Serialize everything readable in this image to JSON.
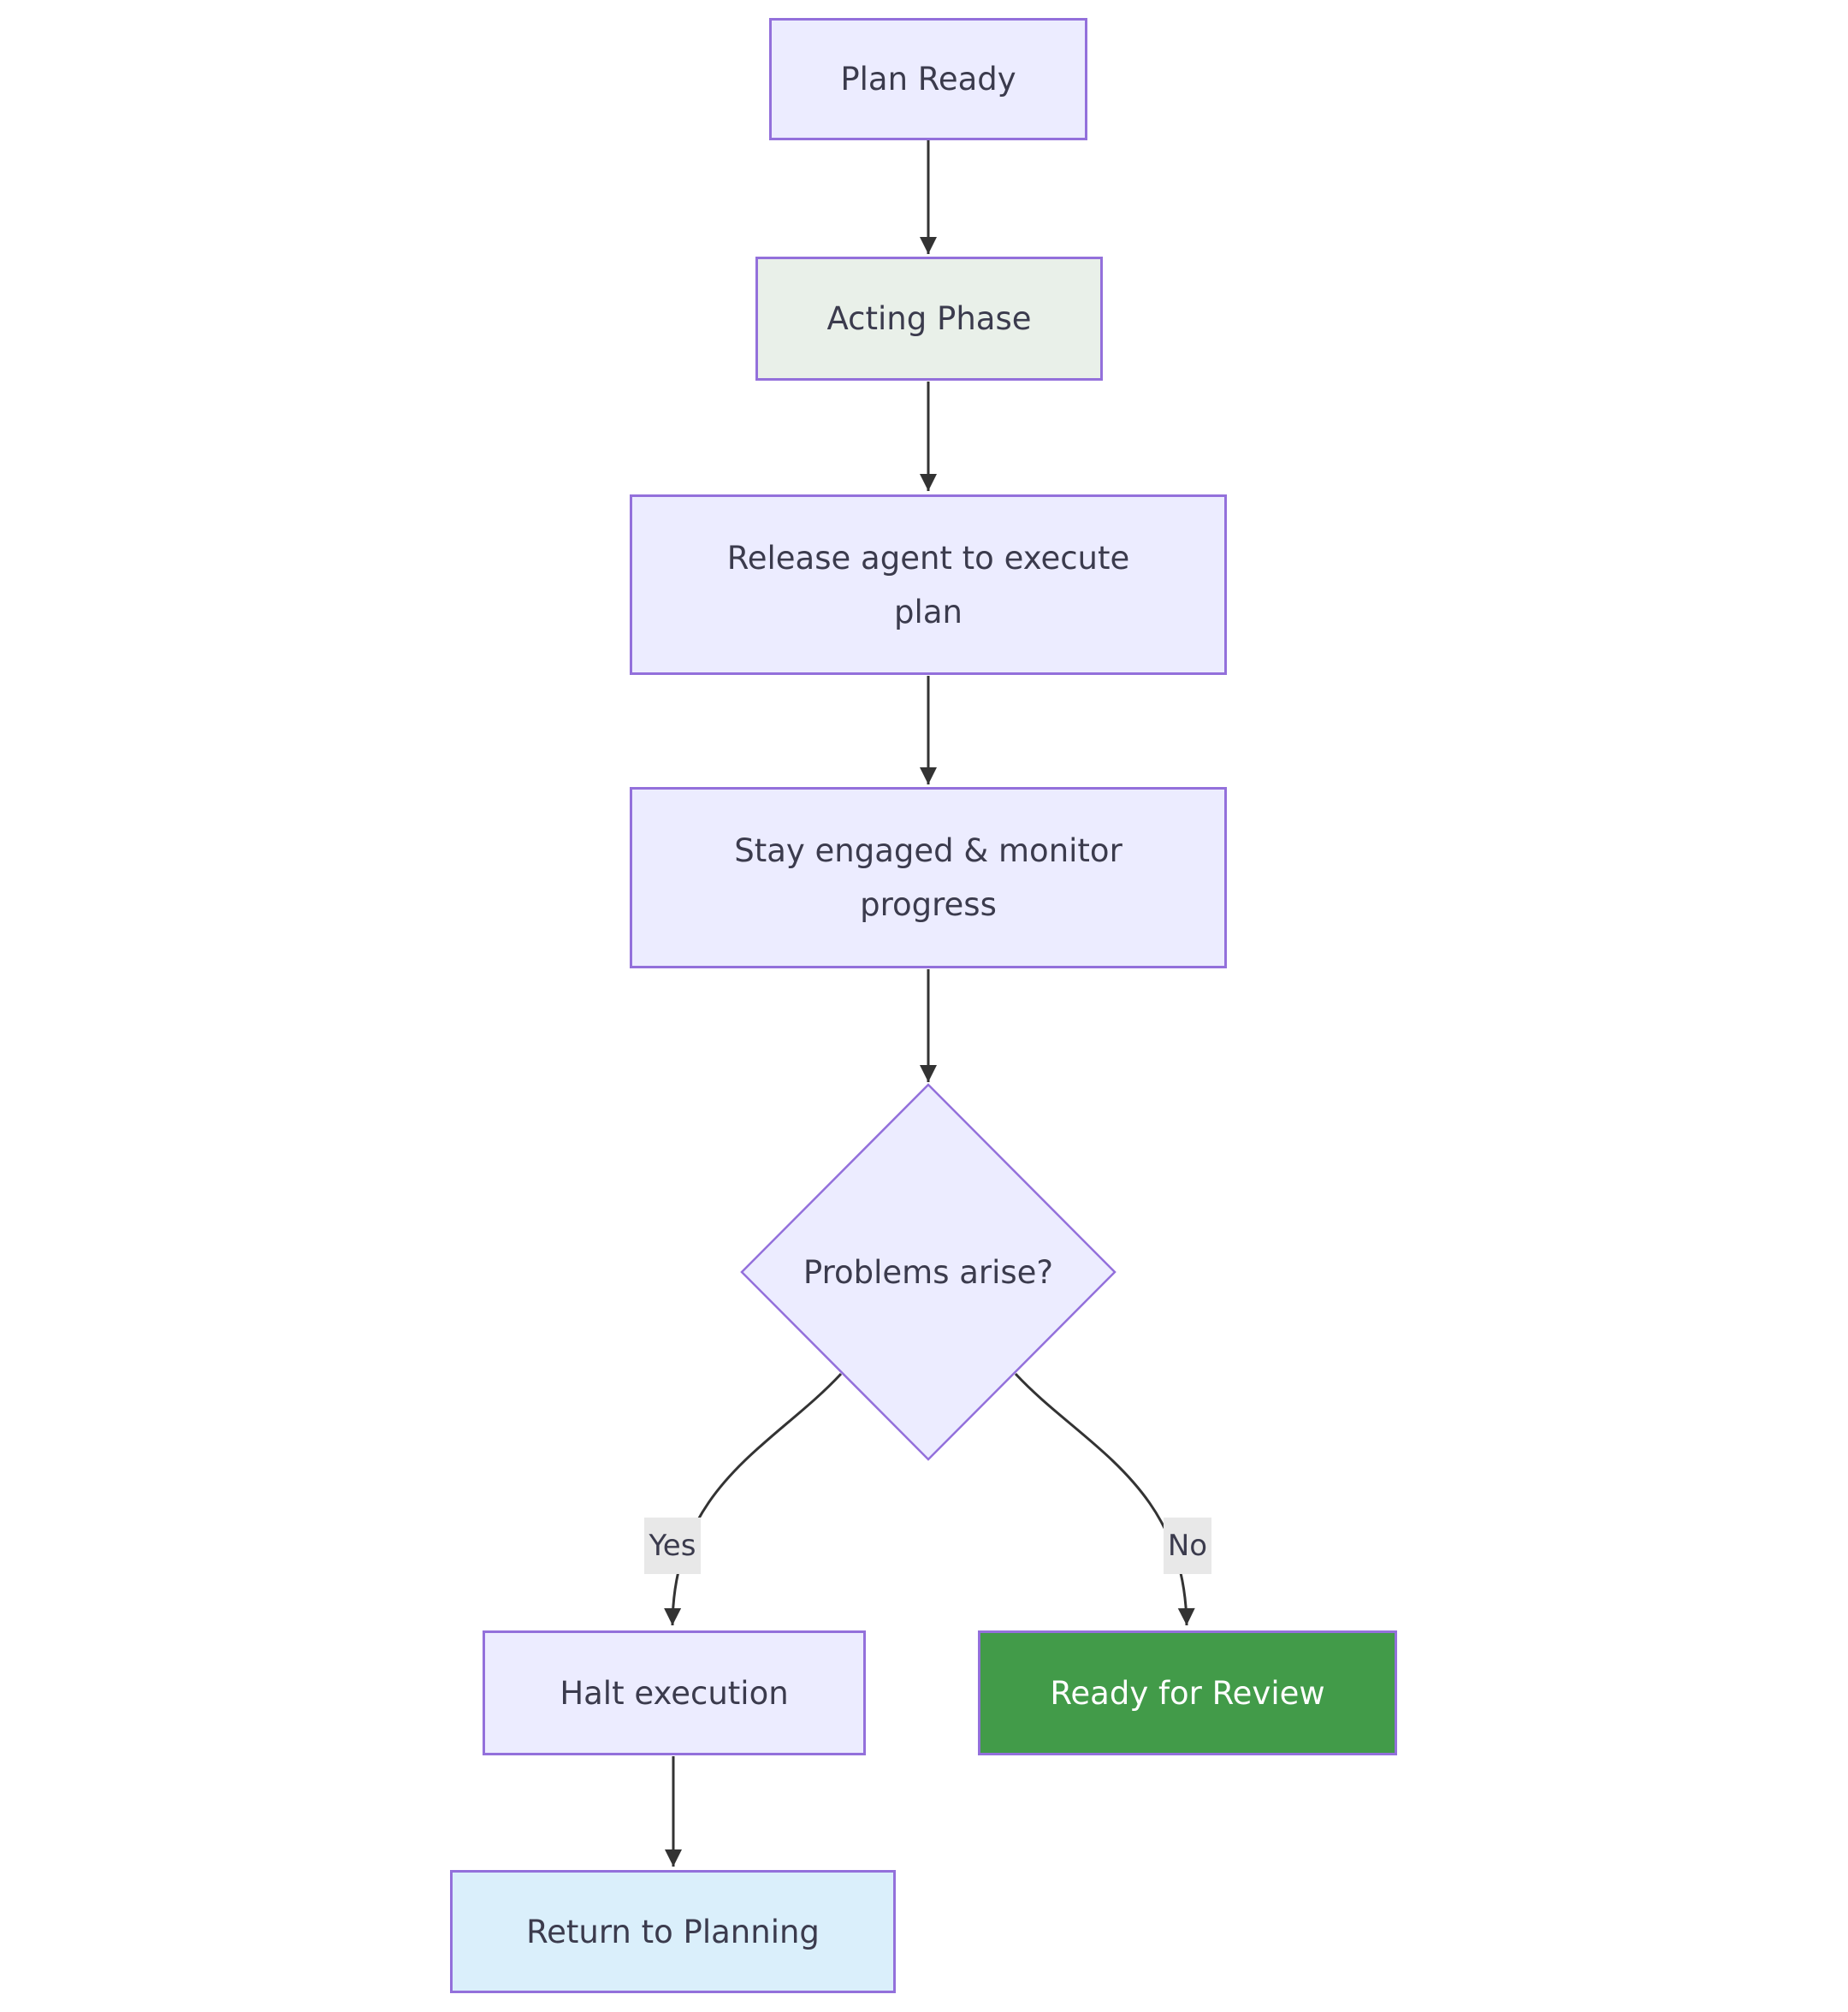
{
  "diagram": {
    "type": "flowchart",
    "nodes": {
      "plan_ready": {
        "label": "Plan Ready"
      },
      "acting_phase": {
        "label": "Acting Phase"
      },
      "release": {
        "line1": "Release agent to execute",
        "line2": "plan"
      },
      "monitor": {
        "line1": "Stay engaged & monitor",
        "line2": "progress"
      },
      "problems": {
        "label": "Problems arise?"
      },
      "halt": {
        "label": "Halt execution"
      },
      "review": {
        "label": "Ready for Review"
      },
      "return_planning": {
        "label": "Return to Planning"
      }
    },
    "edge_labels": {
      "yes": "Yes",
      "no": "No"
    },
    "colors": {
      "node_fill": "#ECECFF",
      "node_border": "#9370DB",
      "acting_fill": "#E9F0E9",
      "return_fill": "#DAEFFB",
      "review_fill": "#429B49",
      "review_text": "#FFFFFF",
      "edge": "#333333",
      "text": "#3B3B4D",
      "label_bg": "#E8E8E8"
    }
  }
}
